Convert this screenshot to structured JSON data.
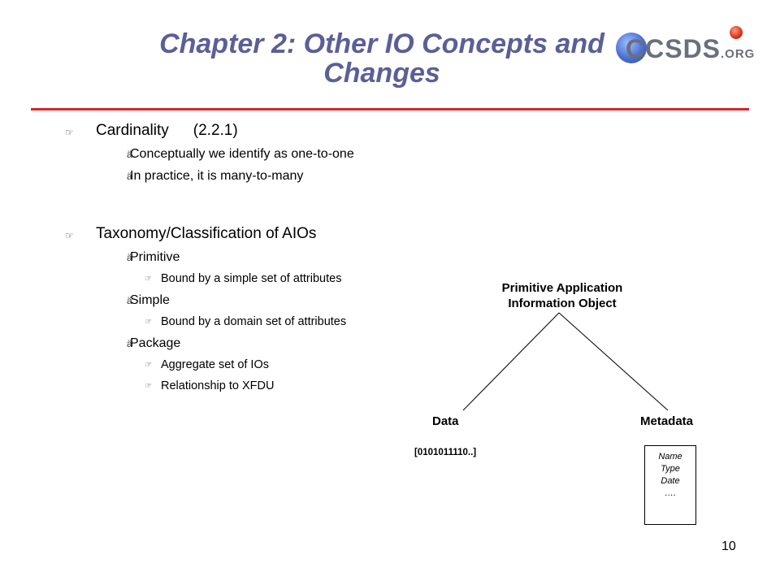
{
  "slide": {
    "title_line1": "Chapter 2: Other IO Concepts and",
    "title_line2": "Changes",
    "page_number": "10"
  },
  "logo": {
    "text": "CCSDS",
    "suffix": ".ORG"
  },
  "bullets": {
    "cardinality": {
      "label": "Cardinality",
      "ref": "(2.2.1)"
    },
    "cardinality_sub": [
      "Conceptually we identify as one-to-one",
      "In practice, it is many-to-many"
    ],
    "taxonomy": "Taxonomy/Classification of AIOs",
    "primitive": "Primitive",
    "primitive_sub": "Bound by a simple set of attributes",
    "simple": "Simple",
    "simple_sub": "Bound by a domain set of attributes",
    "package": "Package",
    "package_sub": [
      "Aggregate set of IOs",
      "Relationship to XFDU"
    ]
  },
  "diagram": {
    "root_line1": "Primitive Application",
    "root_line2": "Information Object",
    "data_label": "Data",
    "metadata_label": "Metadata",
    "data_value": "[0101011110..]",
    "metadata_fields": [
      "Name",
      "Type",
      "Date",
      "…."
    ]
  },
  "colors": {
    "title": "#5b5f97",
    "rule": "#d9242b"
  }
}
